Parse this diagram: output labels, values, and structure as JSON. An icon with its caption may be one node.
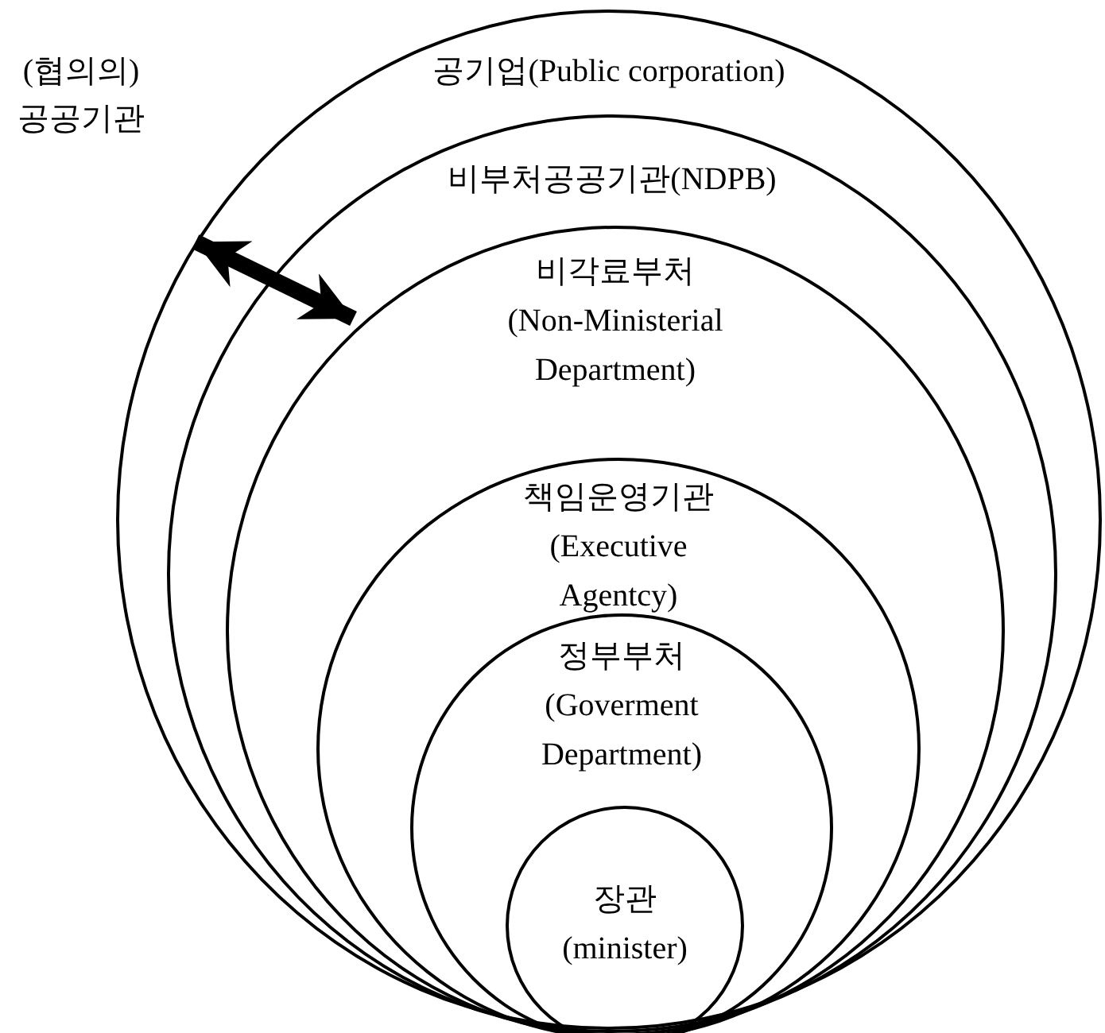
{
  "diagram": {
    "nodes": [
      {
        "text": [
          "공기업(Public corporation)"
        ]
      },
      {
        "text": [
          "비부처공공기관(NDPB)"
        ],
        "in": 0
      },
      {
        "text": [
          "비각료부처",
          "(Non-Ministerial Department)"
        ],
        "in": 1
      },
      {
        "text": [
          "책임운영기관",
          "(Executive Agentcy)"
        ],
        "in": 2
      },
      {
        "text": [
          "정부부처",
          "(Goverment Department)"
        ],
        "in": 3
      },
      {
        "text": [
          "장관",
          "(minister)"
        ],
        "in": 4
      }
    ],
    "edges": [
      {
        "from": 0,
        "to": 2,
        "arrow": "both"
      }
    ],
    "labels": [
      "(협의의) 공공기관"
    ]
  }
}
